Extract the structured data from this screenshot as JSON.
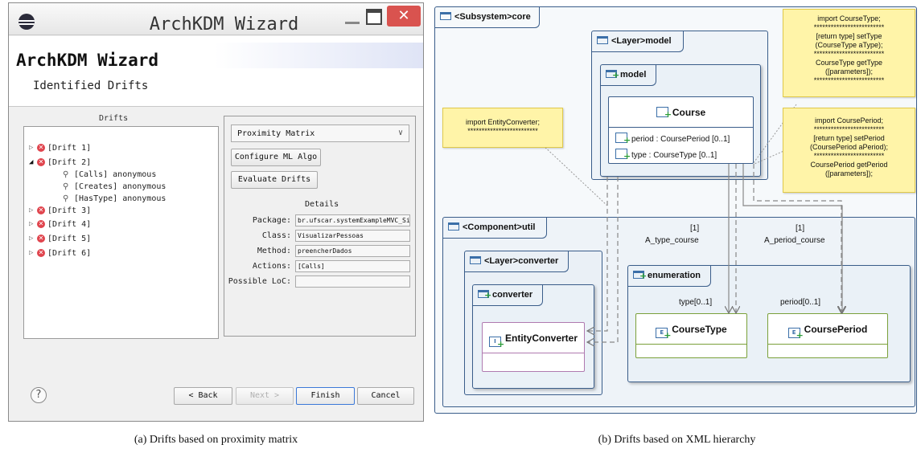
{
  "wizard": {
    "window_title": "ArchKDM Wizard",
    "close_glyph": "✕",
    "heading": "ArchKDM Wizard",
    "subheading": "Identified Drifts",
    "drifts_label": "Drifts",
    "tree": [
      {
        "label": "[Drift 1]",
        "expanded": false
      },
      {
        "label": "[Drift 2]",
        "expanded": true,
        "children": [
          "[Calls] anonymous",
          "[Creates] anonymous",
          "[HasType] anonymous"
        ]
      },
      {
        "label": "[Drift 3]",
        "expanded": false
      },
      {
        "label": "[Drift 4]",
        "expanded": false
      },
      {
        "label": "[Drift 5]",
        "expanded": false
      },
      {
        "label": "[Drift 6]",
        "expanded": false
      }
    ],
    "strategy_select": "Proximity Matrix",
    "configure_button": "Configure ML Algo",
    "evaluate_button": "Evaluate Drifts",
    "details_label": "Details",
    "fields": [
      {
        "label": "Package:",
        "value": "br.ufscar.systemExampleMVC_Simp"
      },
      {
        "label": "Class:",
        "value": "VisualizarPessoas"
      },
      {
        "label": "Method:",
        "value": "preencherDados"
      },
      {
        "label": "Actions:",
        "value": "[Calls]"
      },
      {
        "label": "Possible LoC:",
        "value": ""
      }
    ],
    "help_glyph": "?",
    "back_button": "< Back",
    "next_button": "Next >",
    "finish_button": "Finish",
    "cancel_button": "Cancel",
    "error_glyph": "✕",
    "search_glyph": "⚲"
  },
  "diagram": {
    "core_tab": "<Subsystem>core",
    "model_layer_tab": "<Layer>model",
    "model_pkg_tab": "model",
    "course_class": "Course",
    "course_attrs": [
      "period : CoursePeriod [0..1]",
      "type : CourseType [0..1]"
    ],
    "util_tab": "<Component>util",
    "converter_layer_tab": "<Layer>converter",
    "converter_pkg_tab": "converter",
    "entity_converter_class": "EntityConverter",
    "enumeration_tab": "enumeration",
    "coursetype_class": "CourseType",
    "courseperiod_class": "CoursePeriod",
    "mult_type": "[1]",
    "assoc_type": "A_type_course",
    "mult_period": "[1]",
    "assoc_period": "A_period_course",
    "role_type": "type[0..1]",
    "role_period": "period[0..1]",
    "note_entity": [
      "import EntityConverter;",
      "*************************"
    ],
    "note_type": [
      "import CourseType;",
      "*************************",
      "[return type] setType",
      "(CourseType aType);",
      "*************************",
      "CourseType getType",
      "([parameters]);",
      "*************************"
    ],
    "note_period": [
      "import CoursePeriod;",
      "*************************",
      "[return type] setPeriod",
      "(CoursePeriod aPeriod);",
      "*************************",
      "CoursePeriod getPeriod",
      "([parameters]);"
    ],
    "interface_glyph": "I",
    "enum_glyph": "E"
  },
  "captions": {
    "a": "(a) Drifts based on proximity matrix",
    "b": "(b) Drifts based on XML hierarchy"
  },
  "colors": {
    "close_button": "#d9534f",
    "error_badge": "#e0444d",
    "note_fill": "#fff4a8",
    "frame_border": "#3a5d8a",
    "class_border": "#7aa03a",
    "entity_converter_border": "#b07ab0"
  }
}
